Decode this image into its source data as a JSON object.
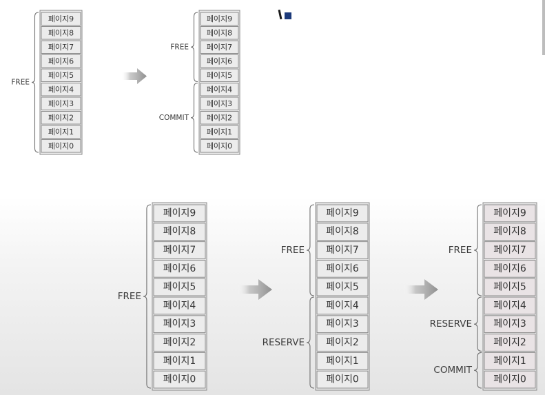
{
  "diagrams": [
    {
      "pages": [
        "페이지9",
        "페이지8",
        "페이지7",
        "페이지6",
        "페이지5",
        "페이지4",
        "페이지3",
        "페이지2",
        "페이지1",
        "페이지0"
      ],
      "groups": [
        {
          "label": "FREE",
          "from": 0,
          "to": 9
        }
      ]
    },
    {
      "pages": [
        "페이지9",
        "페이지8",
        "페이지7",
        "페이지6",
        "페이지5",
        "페이지4",
        "페이지3",
        "페이지2",
        "페이지1",
        "페이지0"
      ],
      "groups": [
        {
          "label": "FREE",
          "from": 0,
          "to": 4
        },
        {
          "label": "COMMIT",
          "from": 5,
          "to": 9
        }
      ]
    },
    {
      "pages": [
        "페이지9",
        "페이지8",
        "페이지7",
        "페이지6",
        "페이지5",
        "페이지4",
        "페이지3",
        "페이지2",
        "페이지1",
        "페이지0"
      ],
      "groups": [
        {
          "label": "FREE",
          "from": 0,
          "to": 9
        }
      ]
    },
    {
      "pages": [
        "페이지9",
        "페이지8",
        "페이지7",
        "페이지6",
        "페이지5",
        "페이지4",
        "페이지3",
        "페이지2",
        "페이지1",
        "페이지0"
      ],
      "groups": [
        {
          "label": "FREE",
          "from": 0,
          "to": 4
        },
        {
          "label": "RESERVE",
          "from": 5,
          "to": 9
        }
      ]
    },
    {
      "pages": [
        "페이지9",
        "페이지8",
        "페이지7",
        "페이지6",
        "페이지5",
        "페이지4",
        "페이지3",
        "페이지2",
        "페이지1",
        "페이지0"
      ],
      "groups": [
        {
          "label": "FREE",
          "from": 0,
          "to": 4
        },
        {
          "label": "RESERVE",
          "from": 5,
          "to": 7
        },
        {
          "label": "COMMIT",
          "from": 8,
          "to": 9
        }
      ]
    }
  ],
  "colors": {
    "cell_fill": "#ececec",
    "cell_fill_reserved": "#e9e3e5",
    "arrow": "#8f8f8f"
  }
}
